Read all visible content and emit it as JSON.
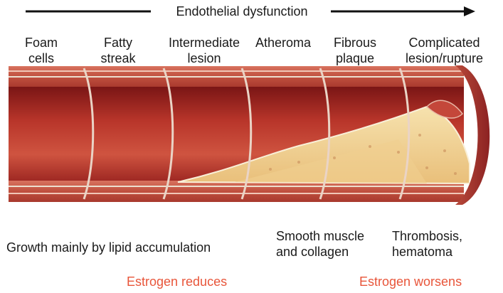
{
  "header": {
    "label": "Endothelial dysfunction"
  },
  "stages": [
    {
      "line1": "Foam",
      "line2": "cells"
    },
    {
      "line1": "Fatty",
      "line2": "streak"
    },
    {
      "line1": "Intermediate",
      "line2": "lesion"
    },
    {
      "line1": "",
      "line2": "Atheroma"
    },
    {
      "line1": "Fibrous",
      "line2": "plaque"
    },
    {
      "line1": "Complicated",
      "line2": "lesion/rupture"
    }
  ],
  "growth": {
    "lipid": "Growth mainly by lipid accumulation",
    "smooth_line1": "Smooth muscle",
    "smooth_line2": "and collagen",
    "thrombosis_line1": "Thrombosis,",
    "thrombosis_line2": "hematoma"
  },
  "estrogen": {
    "reduces": "Estrogen reduces",
    "worsens": "Estrogen worsens",
    "color": "#e8553a"
  },
  "colors": {
    "vessel_dark": "#8e1f1f",
    "vessel_mid": "#b83a2e",
    "vessel_light": "#d9705a",
    "plaque": "#f3d79a",
    "wall_outer": "#c0503f"
  }
}
